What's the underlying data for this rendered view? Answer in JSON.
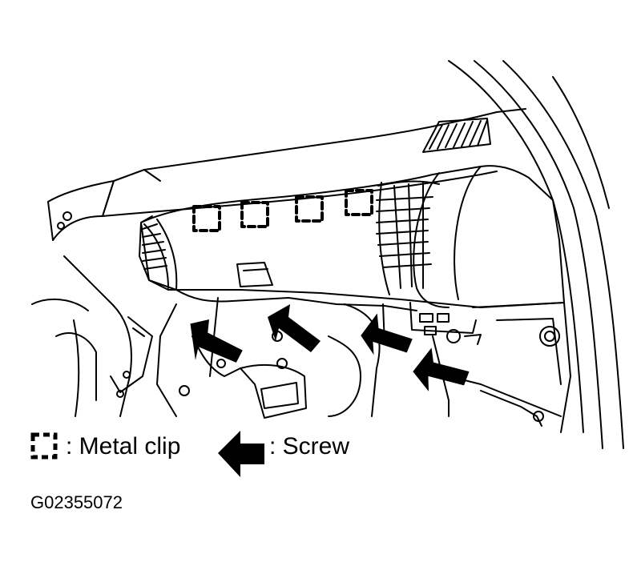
{
  "legend": {
    "clip_label": ": Metal clip",
    "screw_label": ": Screw"
  },
  "figure_code": "G02355072",
  "colors": {
    "line": "#000000",
    "background": "#ffffff"
  },
  "icons": {
    "clip": "metal-clip-icon",
    "screw": "screw-arrow-icon"
  }
}
